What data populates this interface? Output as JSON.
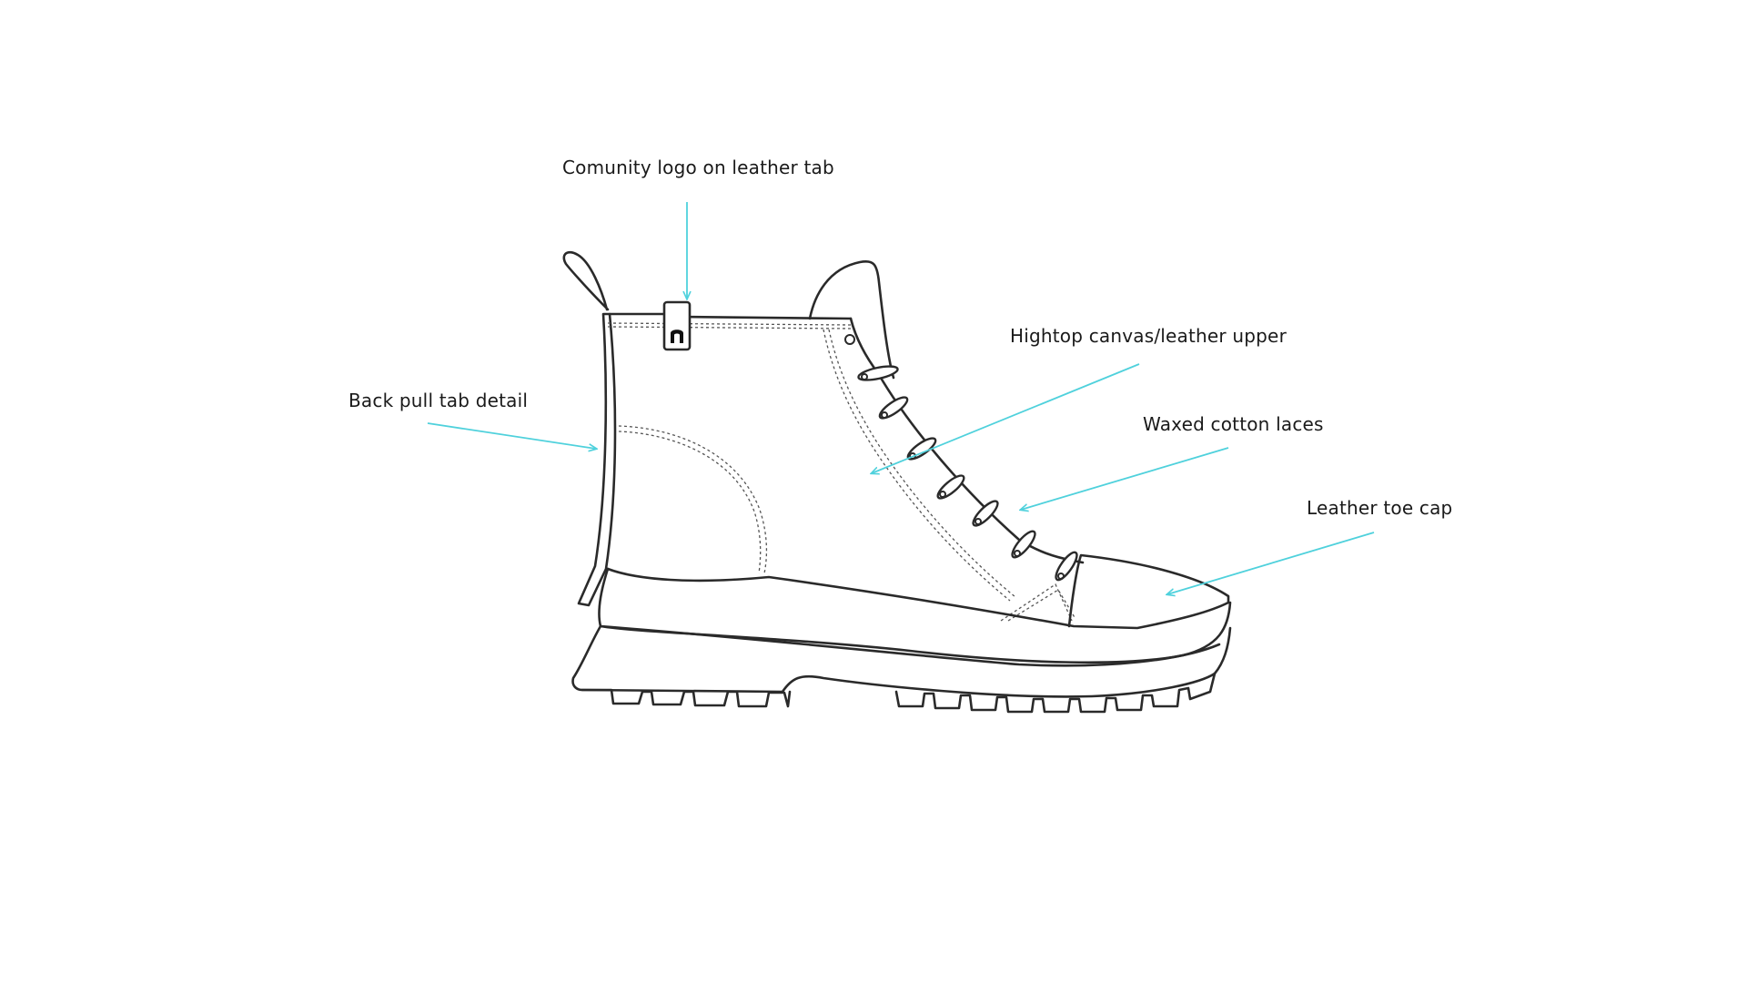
{
  "callouts": {
    "logo": "Comunity logo on leather tab",
    "upper": "Hightop canvas/leather upper",
    "pull_tab": "Back pull tab detail",
    "laces": "Waxed cotton laces",
    "toe_cap": "Leather toe cap"
  },
  "colors": {
    "pointer": "#4fd1dc",
    "outline": "#2a2a2a",
    "text": "#1a1a1a"
  }
}
